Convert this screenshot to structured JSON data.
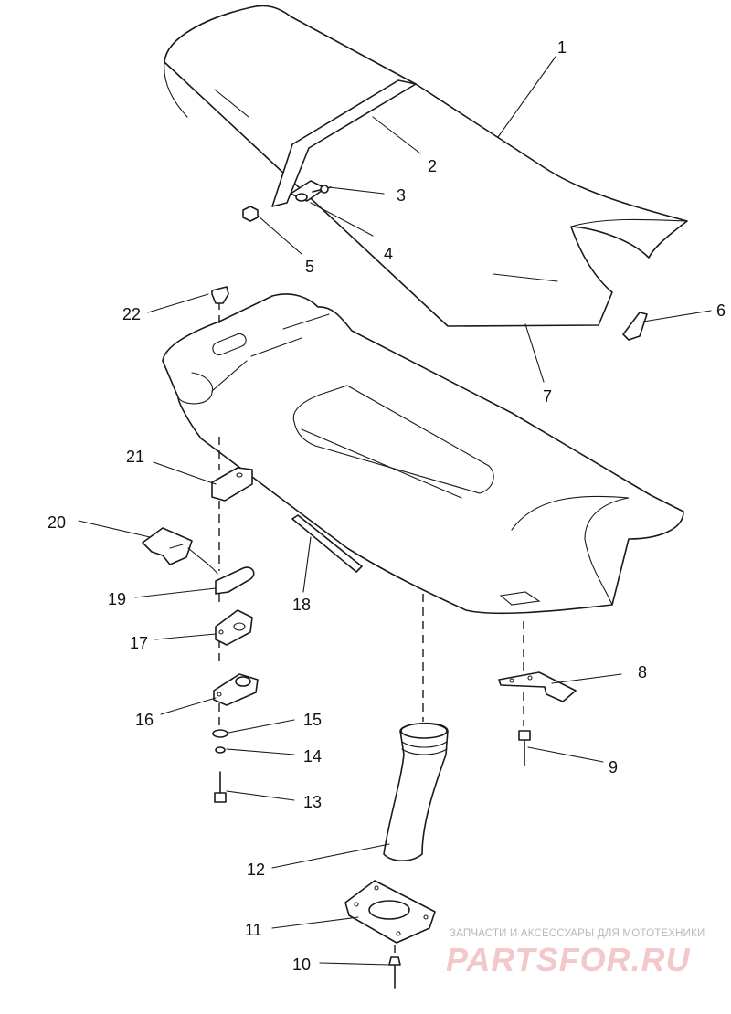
{
  "diagram": {
    "callouts": [
      {
        "id": "1",
        "text": "1"
      },
      {
        "id": "2",
        "text": "2"
      },
      {
        "id": "3",
        "text": "3"
      },
      {
        "id": "4",
        "text": "4"
      },
      {
        "id": "5",
        "text": "5"
      },
      {
        "id": "6",
        "text": "6"
      },
      {
        "id": "7",
        "text": "7"
      },
      {
        "id": "8",
        "text": "8"
      },
      {
        "id": "9",
        "text": "9"
      },
      {
        "id": "10",
        "text": "10"
      },
      {
        "id": "11",
        "text": "11"
      },
      {
        "id": "12",
        "text": "12"
      },
      {
        "id": "13",
        "text": "13"
      },
      {
        "id": "14",
        "text": "14"
      },
      {
        "id": "15",
        "text": "15"
      },
      {
        "id": "16",
        "text": "16"
      },
      {
        "id": "17",
        "text": "17"
      },
      {
        "id": "18",
        "text": "18"
      },
      {
        "id": "19",
        "text": "19"
      },
      {
        "id": "20",
        "text": "20"
      },
      {
        "id": "21",
        "text": "21"
      },
      {
        "id": "22",
        "text": "22"
      }
    ]
  },
  "watermark": {
    "subtitle": "ЗАПЧАСТИ И АКСЕССУАРЫ ДЛЯ МОТОТЕХНИКИ",
    "logo": "PARTSFOR.RU",
    "color": "#e8a0a0"
  }
}
